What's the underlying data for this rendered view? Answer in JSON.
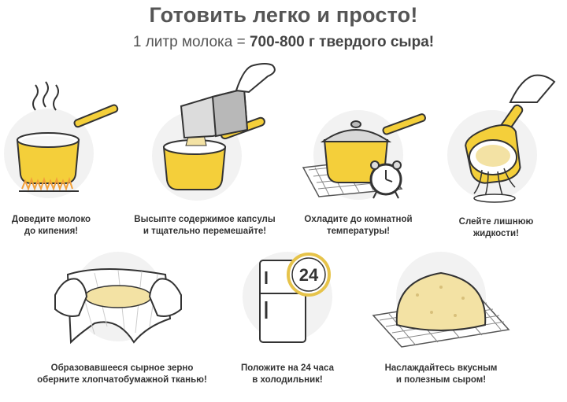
{
  "header": {
    "title": "Готовить легко и просто!",
    "subtitle_prefix": "1 литр молока = ",
    "subtitle_bold": "700-800 г твердого сыра!"
  },
  "timer_label": "24",
  "colors": {
    "pot_yellow": "#f4cf3a",
    "pot_shade": "#e2b322",
    "circle_bg": "#f2f2f2",
    "outline": "#333333",
    "cheese": "#f3e2a4"
  },
  "steps": [
    {
      "line1": "Доведите молоко",
      "line2": "до кипения!",
      "icon": "boiling-pot-icon"
    },
    {
      "line1": "Высыпте содержимое капсулы",
      "line2": "и тщательно перемешайте!",
      "icon": "capsule-pour-icon"
    },
    {
      "line1": "Охладите до комнатной",
      "line2": "температуры!",
      "icon": "covered-pot-clock-icon"
    },
    {
      "line1": "Слейте лишнюю",
      "line2": "жидкости!",
      "icon": "drain-pot-icon"
    },
    {
      "line1": "Образовавшееся сырное зерно",
      "line2": "оберните хлопчатобумажной тканью!",
      "icon": "cloth-hands-icon"
    },
    {
      "line1": "Положите на 24 часа",
      "line2": "в холодильник!",
      "icon": "fridge-timer-icon"
    },
    {
      "line1": "Наслаждайтесь вкусным",
      "line2": "и полезным сыром!",
      "icon": "cheese-wheel-icon"
    }
  ]
}
